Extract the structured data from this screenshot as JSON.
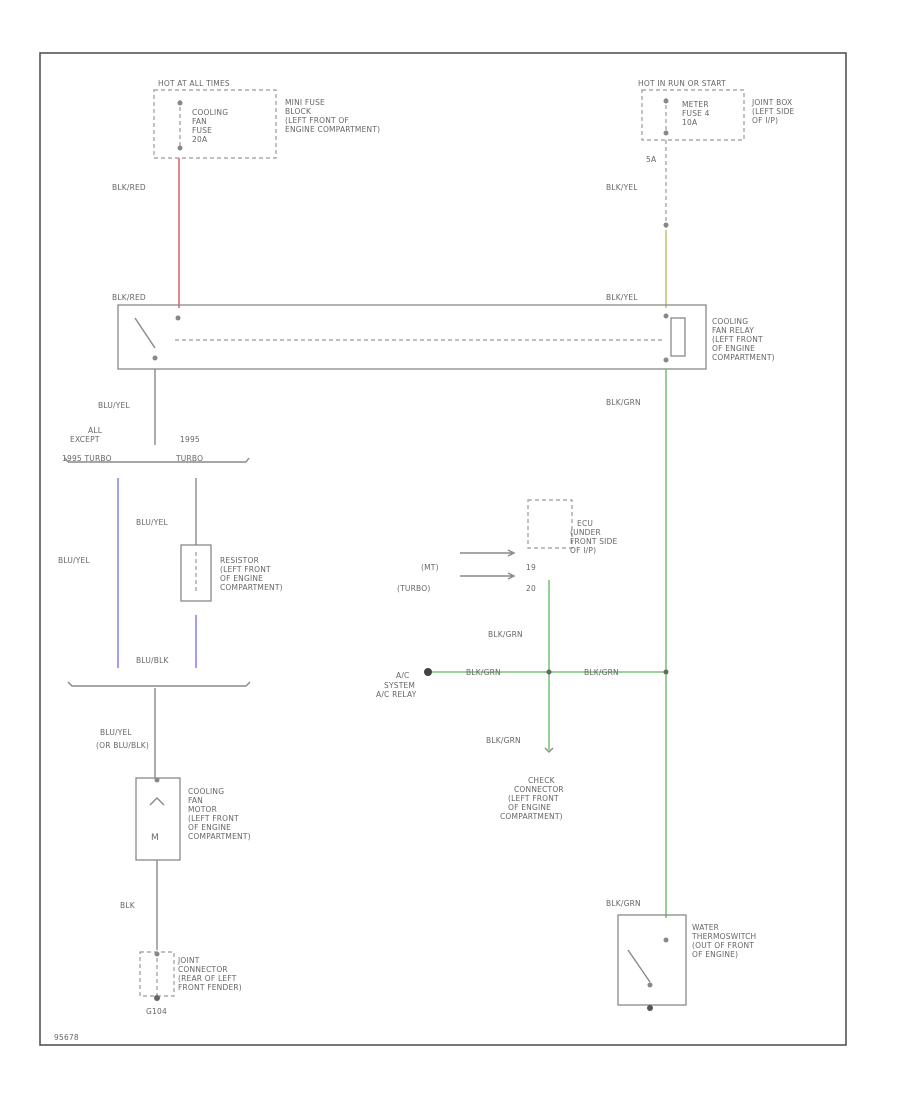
{
  "colors": {
    "red": "#e06a6a",
    "yellow": "#c8c37a",
    "green": "#7bc47b",
    "blue": "#8a86f0",
    "frame": "#555555"
  },
  "fuse_left": {
    "header": "HOT AT ALL TIMES",
    "lines": [
      "COOLING",
      "FAN",
      "FUSE",
      "20A"
    ],
    "label": [
      "MINI FUSE",
      "BLOCK",
      "(LEFT FRONT OF",
      "ENGINE COMPARTMENT)"
    ]
  },
  "fuse_right": {
    "header": "HOT IN RUN OR START",
    "lines": [
      "METER",
      "FUSE 4",
      "10A"
    ],
    "label": [
      "JOINT BOX",
      "(LEFT SIDE",
      "OF I/P)"
    ]
  },
  "pin_5a": "5A",
  "wires": {
    "blk_red_top": "BLK/RED",
    "blk_red_relay": "BLK/RED",
    "blk_yel_top": "BLK/YEL",
    "blk_yel_relay": "BLK/YEL",
    "blk_grn_relay": "BLK/GRN",
    "blu_yel_relay": "BLU/YEL",
    "blu_yel_left": "BLU/YEL",
    "blu_yel_resistor": "BLU/YEL",
    "blu_blk": "BLU/BLK",
    "blu_yel_motor": [
      "BLU/YEL",
      "(OR BLU/BLK)"
    ],
    "blk": "BLK",
    "blk_grn_ecu": "BLK/GRN",
    "blk_grn_h1": "BLK/GRN",
    "blk_grn_h2": "BLK/GRN",
    "blk_grn_check": "BLK/GRN",
    "blk_grn_thermo": "BLK/GRN"
  },
  "relay_label": [
    "COOLING",
    "FAN RELAY",
    "(LEFT FRONT",
    "OF ENGINE",
    "COMPARTMENT)"
  ],
  "branch_left": [
    "ALL",
    "EXCEPT",
    "1995 TURBO"
  ],
  "branch_right": [
    "1995",
    "TURBO"
  ],
  "resistor_label": [
    "RESISTOR",
    "(LEFT FRONT",
    "OF ENGINE",
    "COMPARTMENT)"
  ],
  "ecu_label": [
    "ECU",
    "(UNDER",
    "FRONT SIDE",
    "OF I/P)"
  ],
  "ecu_inputs": [
    "(MT)",
    "(TURBO)"
  ],
  "ecu_pins": [
    "19",
    "20"
  ],
  "ac_label": [
    "A/C",
    "SYSTEM",
    "A/C RELAY"
  ],
  "check_label": [
    "CHECK",
    "CONNECTOR",
    "(LEFT FRONT",
    "OF ENGINE",
    "COMPARTMENT)"
  ],
  "motor_label": [
    "COOLING",
    "FAN",
    "MOTOR",
    "(LEFT FRONT",
    "OF ENGINE",
    "COMPARTMENT)"
  ],
  "motor_symbol": "M",
  "joint_label": [
    "JOINT",
    "CONNECTOR",
    "(REAR OF LEFT",
    "FRONT FENDER)"
  ],
  "ground": "G104",
  "thermo_label": [
    "WATER",
    "THERMOSWITCH",
    "(OUT OF FRONT",
    "OF ENGINE)"
  ],
  "figure_id": "95678"
}
